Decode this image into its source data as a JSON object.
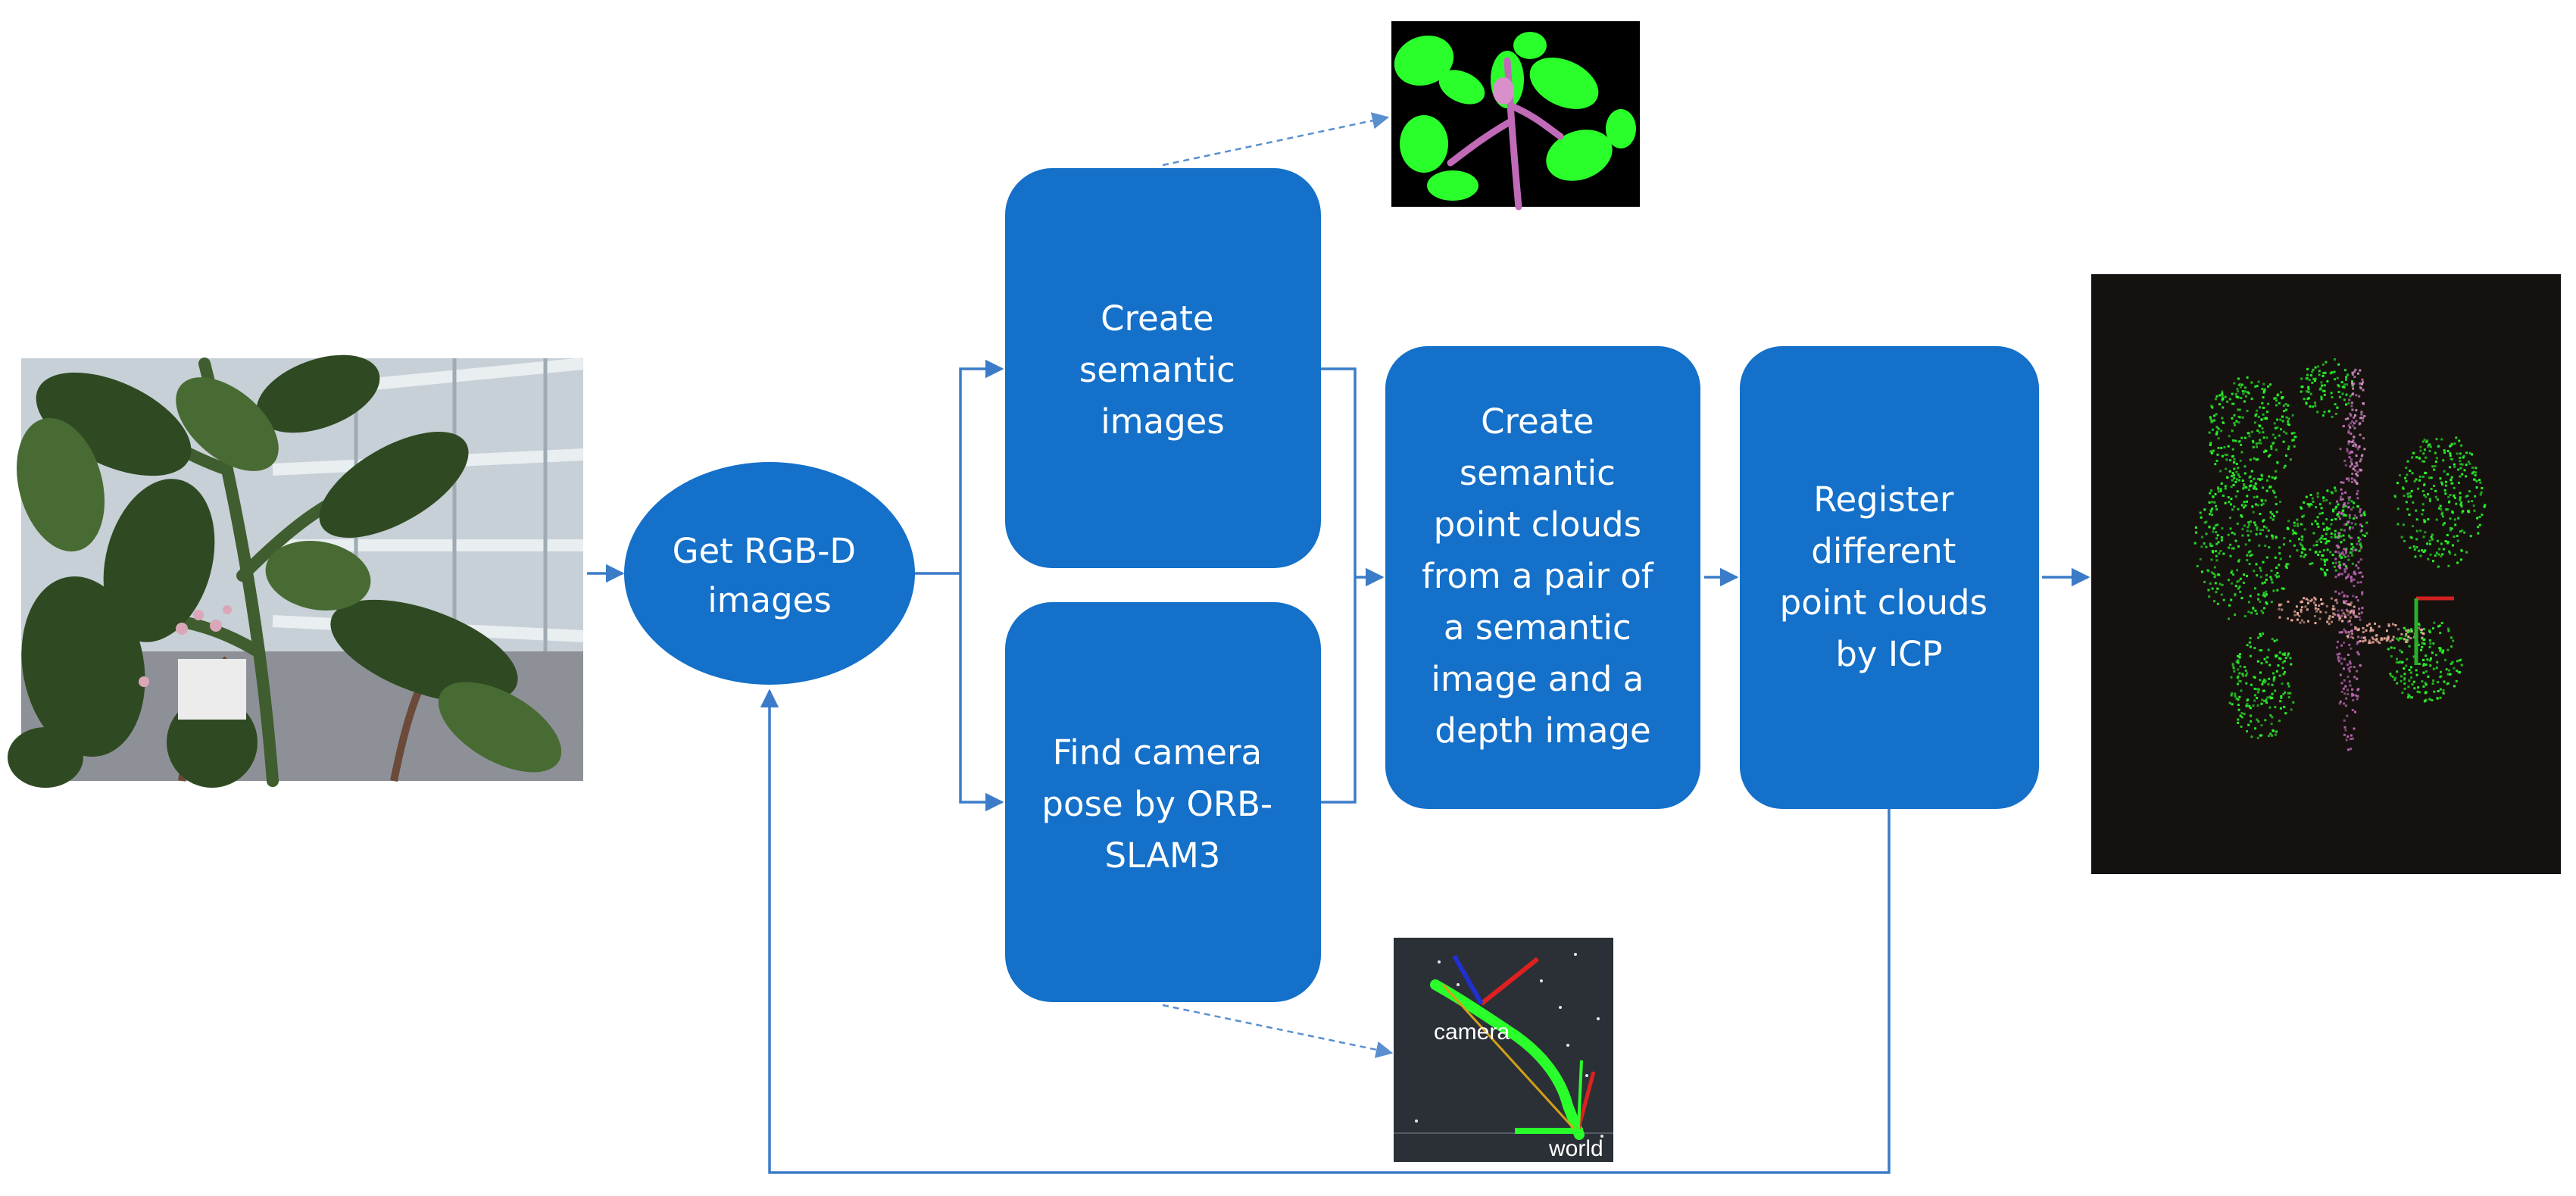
{
  "colors": {
    "node_fill": "#1470C8",
    "connector": "#3B7CC8",
    "label_text": "#FFFFFF",
    "background": "#FFFFFF",
    "segmentation_leaf": "#2BFF2B",
    "segmentation_stem": "#C06AB8",
    "segmentation_background": "#000000",
    "cloud_background": "#15110F"
  },
  "nodes": {
    "get_rgbd": {
      "lines": [
        "Get RGB-D",
        "images"
      ]
    },
    "create_semantic": {
      "lines": [
        "Create",
        "semantic",
        "images"
      ]
    },
    "find_pose": {
      "lines": [
        "Find camera",
        "pose by ORB-",
        "SLAM3"
      ]
    },
    "create_clouds": {
      "lines": [
        "Create",
        "semantic",
        "point clouds",
        "from a pair of",
        "a semantic",
        "image and a",
        "depth image"
      ]
    },
    "register": {
      "lines": [
        "Register",
        "different",
        "point clouds",
        "by ICP"
      ]
    }
  },
  "thumbnails": {
    "trajectory": {
      "camera_label": "camera",
      "world_label": "world"
    }
  }
}
